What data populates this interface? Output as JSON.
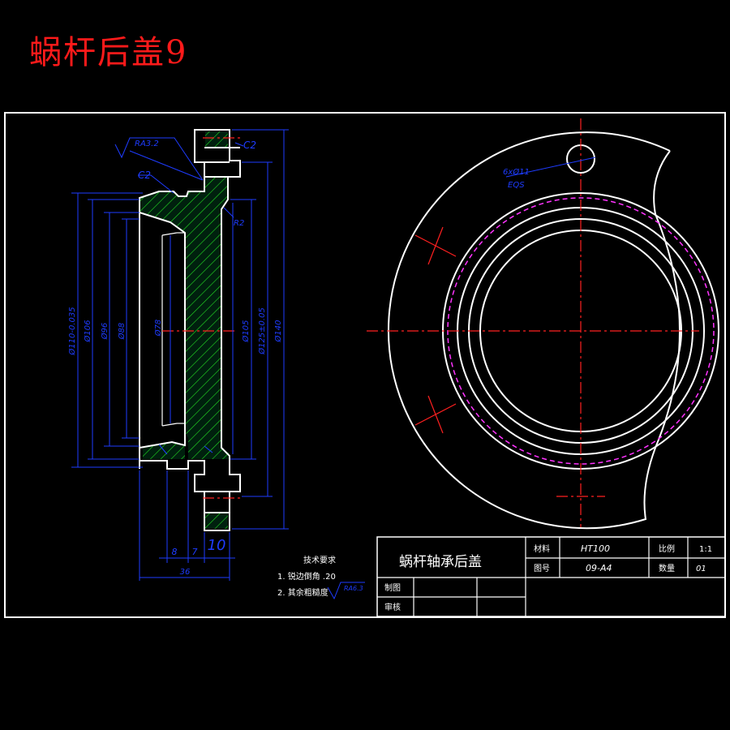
{
  "page_title": "蜗杆后盖9",
  "annotations": {
    "roughness_main": "RA3.2",
    "chamfer_top": "C2",
    "chamfer_left": "C2",
    "bevel": "R2",
    "hole_label": "6xØ11",
    "hole_sub": "EQS"
  },
  "dimensions": {
    "d_outer_fit": "Ø110-0.035",
    "d106": "Ø106",
    "d96": "Ø96",
    "d88": "Ø88",
    "d78": "Ø78",
    "d105": "Ø105",
    "d125": "Ø125±0.05",
    "d140": "Ø140",
    "w8": "8",
    "w7": "7",
    "w10": "10",
    "w36": "36"
  },
  "notes": {
    "title": "技术要求",
    "line1": "1. 锐边倒角 .20",
    "line2": "2. 其余粗糙度",
    "roughness": "RA6.3"
  },
  "title_block": {
    "part_name": "蜗杆轴承后盖",
    "material_label": "材料",
    "material_value": "HT100",
    "scale_label": "比例",
    "scale_value": "1:1",
    "drawing_no_label": "图号",
    "drawing_no_value": "09-A4",
    "quantity_label": "数量",
    "quantity_value": "01",
    "designer_label": "制图",
    "reviewer_label": "审核"
  }
}
